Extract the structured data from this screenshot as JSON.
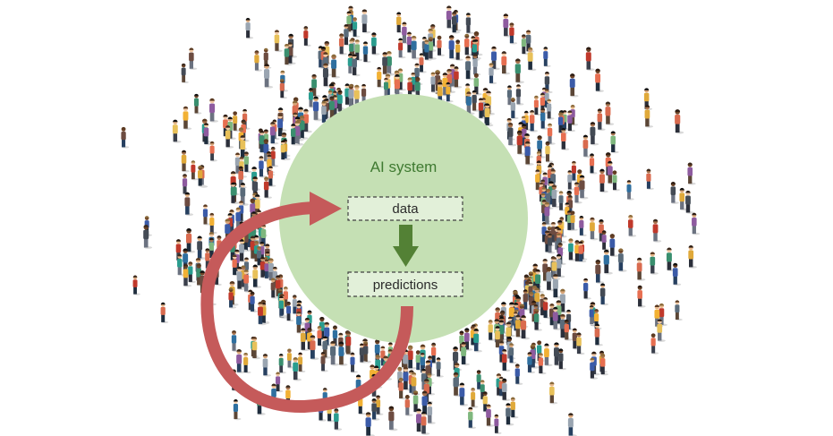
{
  "diagram": {
    "title": "AI system",
    "boxes": {
      "data": "data",
      "predictions": "predictions"
    },
    "colors": {
      "circle_fill": "#c5e0b4",
      "box_fill": "#e2f0d9",
      "box_border": "#404040",
      "down_arrow": "#538135",
      "loop_arrow": "#c55a5a",
      "title_text": "#3f7a31"
    },
    "crowd": {
      "description_icon": "people-crowd-icon"
    }
  }
}
